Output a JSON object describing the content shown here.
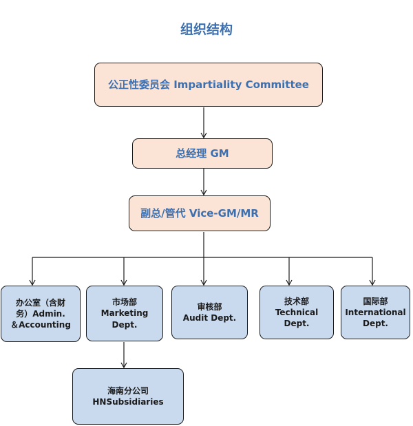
{
  "title": "组织结构",
  "nodes": {
    "impartiality": {
      "label": "公正性委员会 Impartiality Committee"
    },
    "gm": {
      "label": "总经理 GM"
    },
    "vice_gm": {
      "label": "副总/管代 Vice-GM/MR"
    },
    "admin": {
      "line1": "办公室（含财",
      "line2": "务）Admin.",
      "line3": "＆Accounting"
    },
    "marketing": {
      "line1": "市场部",
      "line2": "Marketing",
      "line3": "Dept."
    },
    "audit": {
      "line1": "审核部",
      "line2": "Audit Dept."
    },
    "technical": {
      "line1": "技术部",
      "line2": "Technical",
      "line3": "Dept."
    },
    "international": {
      "line1": "国际部",
      "line2": "International",
      "line3": "Dept."
    },
    "hainan": {
      "line1": "海南分公司",
      "line2": "HNSubsidiaries"
    }
  },
  "colors": {
    "title": "#3c6fb0",
    "top_fill": "#fbe4d5",
    "dept_fill": "#c9d9ee",
    "stroke": "#1a1a1a"
  }
}
